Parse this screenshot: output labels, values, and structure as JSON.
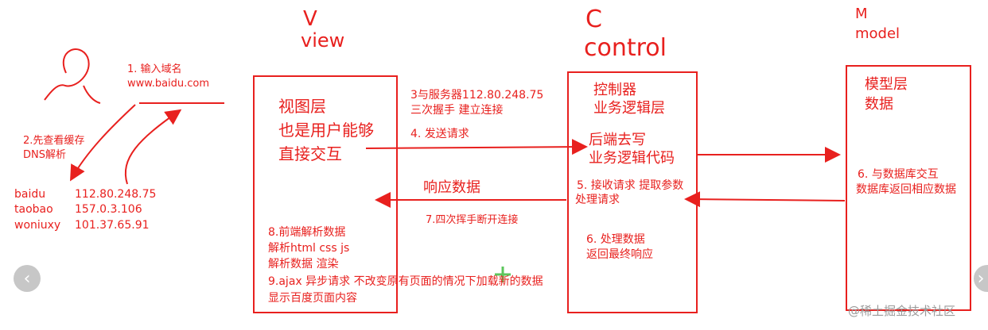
{
  "v_section": {
    "letter": "V",
    "word": "view"
  },
  "c_section": {
    "letter": "C",
    "word": "control"
  },
  "m_section": {
    "letter": "M",
    "word": "model"
  },
  "view_box": {
    "title_lines": [
      "视图层",
      "也是用户能够",
      "直接交互"
    ],
    "notes": [
      "8.前端解析数据",
      "解析html css js",
      "解析数据 渲染",
      "9.ajax 异步请求  不改变原有页面的情况下加载新的数据",
      "显示百度页面内容"
    ]
  },
  "control_box": {
    "title_lines": [
      "控制器",
      "业务逻辑层"
    ],
    "backend_lines": [
      "后端去写",
      "业务逻辑代码"
    ],
    "step5_lines": [
      "5. 接收请求 提取参数",
      "处理请求"
    ],
    "step6_lines": [
      "6. 处理数据",
      "返回最终响应"
    ]
  },
  "model_box": {
    "title_lines": [
      "模型层",
      "数据"
    ],
    "step6_lines": [
      "6. 与数据库交互",
      "数据库返回相应数据"
    ]
  },
  "user_side": {
    "step1_lines": [
      "1. 输入域名",
      "www.baidu.com"
    ],
    "step2_lines": [
      "2.先查看缓存",
      "DNS解析"
    ],
    "dns_table": [
      {
        "name": "baidu",
        "ip": "112.80.248.75"
      },
      {
        "name": "taobao",
        "ip": "157.0.3.106"
      },
      {
        "name": "woniuxy",
        "ip": "101.37.65.91"
      }
    ]
  },
  "arrows": {
    "step3_lines": [
      "3与服务器112.80.248.75",
      "三次握手 建立连接"
    ],
    "step4": "4. 发送请求",
    "response": "响应数据",
    "step7": "7.四次挥手断开连接"
  },
  "watermark": "@稀土掘金技术社区",
  "nav": {
    "prev": "‹",
    "next": "›"
  },
  "colors": {
    "accent": "#e8201e",
    "nav": "#c7c7c7",
    "watermark": "#9a9a9a"
  }
}
